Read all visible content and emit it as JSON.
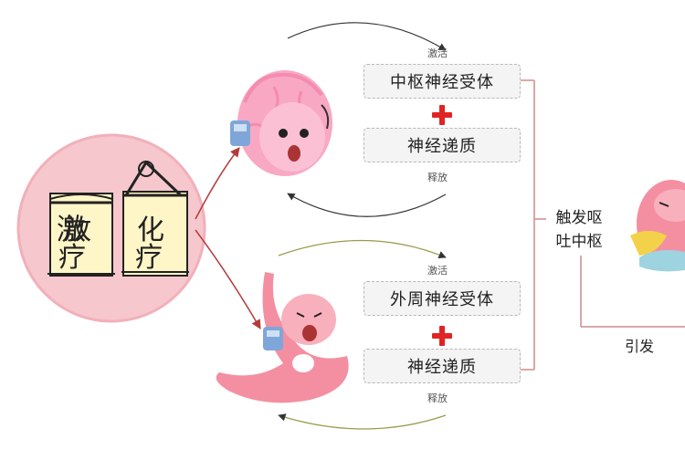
{
  "diagram": {
    "pill_labels": [
      "激",
      "放",
      "疗",
      "化",
      "疗"
    ],
    "upper": {
      "activate_label": "激活",
      "receptor_label": "中枢神经受体",
      "transmitter_label": "神经递质",
      "release_label": "释放"
    },
    "lower": {
      "activate_label": "激活",
      "receptor_label": "外周神经受体",
      "transmitter_label": "神经递质",
      "release_label": "释放"
    },
    "center_label": "触发呕\n吐中枢",
    "trigger_label": "引发",
    "colors": {
      "circle_bg": "#f6c7cd",
      "circle_border": "#f1b0ba",
      "brain_pink": "#f9a8c4",
      "stomach_pink": "#f48fa1",
      "arrow_red": "#b43a3a",
      "plus_red": "#e02424",
      "bracket_red": "#d28a8a"
    },
    "icons": [
      "chemo-pill-icon",
      "radio-pill-icon",
      "brain-character-icon",
      "stomach-character-icon",
      "vomit-character-icon",
      "plus-icon"
    ]
  }
}
